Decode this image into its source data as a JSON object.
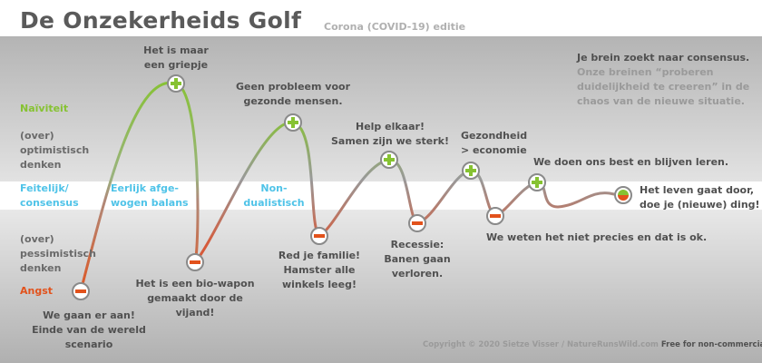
{
  "header": {
    "title": "De Onzekerheids Golf",
    "subtitle": "Corona (COVID-19) editie"
  },
  "side_labels": {
    "naiviteit": "Naïviteit",
    "over_optimistisch": [
      "(over)",
      "optimistisch",
      "denken"
    ],
    "feitelijk": [
      "Feitelijk/",
      "consensus"
    ],
    "over_pessimistisch": [
      "(over)",
      "pessimistisch",
      "denken"
    ],
    "angst": "Angst"
  },
  "band_labels": {
    "eerlijk": [
      "Eerlijk afge-",
      "wogen balans"
    ],
    "non": [
      "Non-",
      "dualistisch"
    ]
  },
  "annotation": {
    "line1": "Je brein zoekt naar consensus.",
    "rest": [
      "Onze breinen “proberen",
      "duidelijkheid te creeren” in de",
      "chaos van de nieuwe situatie."
    ]
  },
  "points": {
    "p1": [
      "We gaan er aan!",
      "Einde van de wereld",
      "scenario"
    ],
    "p2": [
      "Het is maar",
      "een griepje"
    ],
    "p3": [
      "Het is een bio-wapon",
      "gemaakt door de",
      "vijand!"
    ],
    "p4": [
      "Geen probleem voor",
      "gezonde mensen."
    ],
    "p5": [
      "Red je familie!",
      "Hamster alle",
      "winkels leeg!"
    ],
    "p6": [
      "Help elkaar!",
      "Samen zijn we sterk!"
    ],
    "p7": [
      "Recessie:",
      "Banen gaan",
      "verloren."
    ],
    "p8": [
      "Gezondheid",
      "> economie"
    ],
    "p9": [
      "We weten het niet precies en dat is ok."
    ],
    "p10": [
      "We doen ons best en blijven leren."
    ],
    "p11": [
      "Het leven gaat door,",
      "doe je (nieuwe) ding!"
    ]
  },
  "copyright": {
    "text": "Copyright © 2020 Sietze Visser / NatureRunsWild.com",
    "free": "Free for non-commercial use."
  },
  "colors": {
    "green": "#86c232",
    "red": "#e2521c",
    "blue": "#4fc3e8"
  }
}
